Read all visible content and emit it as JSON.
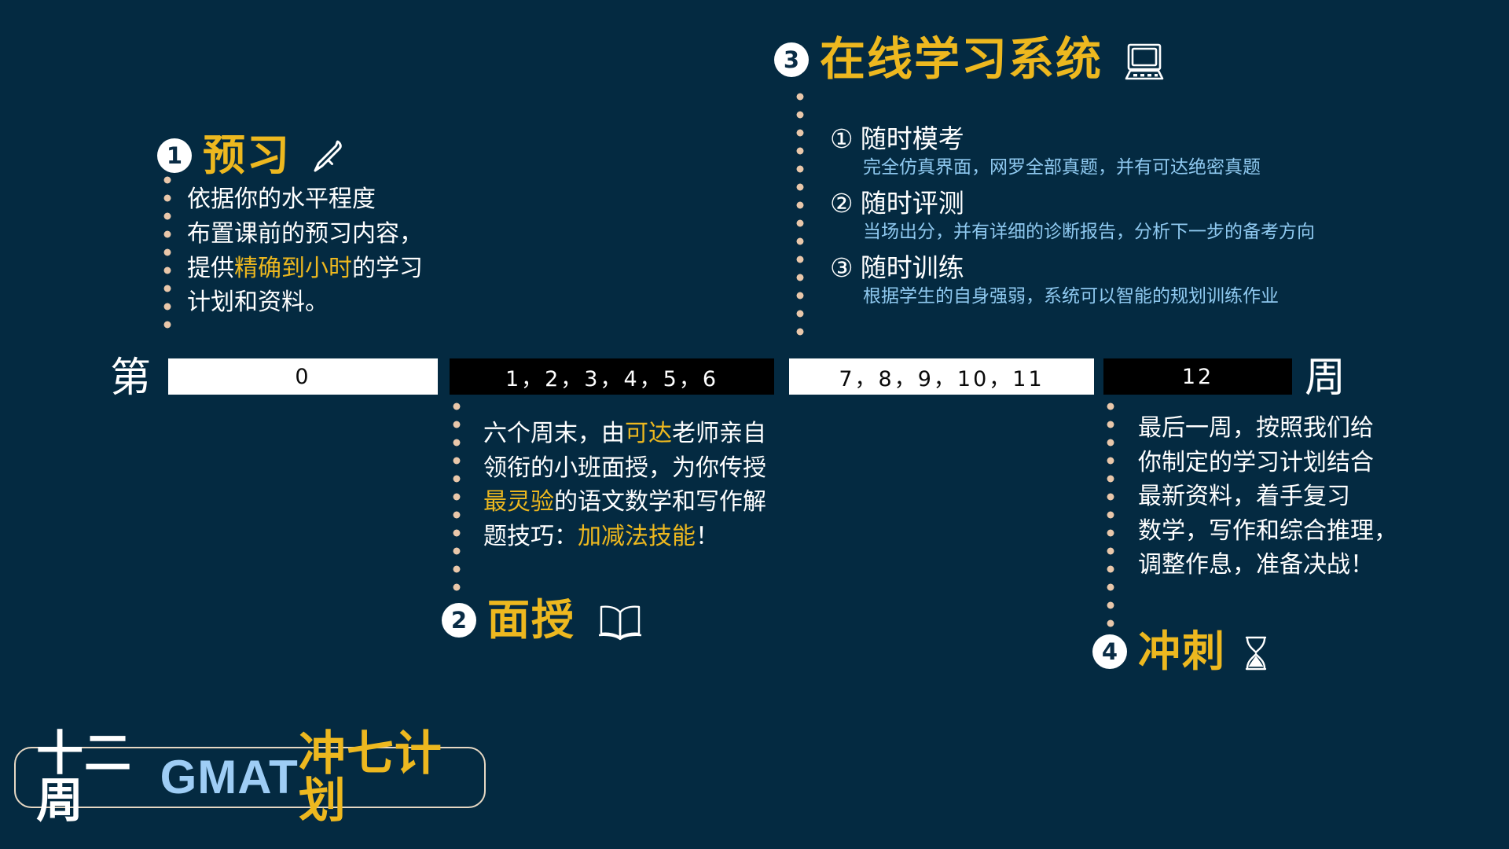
{
  "meta": {
    "background_color": "#042a41",
    "accent_yellow": "#edb81f",
    "accent_blue": "#8fc9f0",
    "dot_color": "#e9c7aa"
  },
  "timeline": {
    "prefix_label": "第",
    "suffix_label": "周",
    "cells": [
      {
        "value": "0",
        "style": "light"
      },
      {
        "value": "1，2，3，4，5，6",
        "style": "dark"
      },
      {
        "value": "7，8，9，10，11",
        "style": "light"
      },
      {
        "value": "12",
        "style": "dark"
      }
    ]
  },
  "sections": [
    {
      "number": "1",
      "title": "预习",
      "icon": "pen-icon",
      "lines": [
        {
          "parts": [
            {
              "text": "依据你的水平程度",
              "color": "white"
            }
          ]
        },
        {
          "parts": [
            {
              "text": "布置课前的预习内容，",
              "color": "white"
            }
          ]
        },
        {
          "parts": [
            {
              "text": "提供",
              "color": "white"
            },
            {
              "text": "精确到小时",
              "color": "yellow"
            },
            {
              "text": "的学习",
              "color": "white"
            }
          ]
        },
        {
          "parts": [
            {
              "text": "计划和资料。",
              "color": "white"
            }
          ]
        }
      ]
    },
    {
      "number": "2",
      "title": "面授",
      "icon": "open-book-icon",
      "lines": [
        {
          "parts": [
            {
              "text": "六个周末，由",
              "color": "white"
            },
            {
              "text": "可达",
              "color": "yellow"
            },
            {
              "text": "老师亲自",
              "color": "white"
            }
          ]
        },
        {
          "parts": [
            {
              "text": "领衔的小班面授，为你传授",
              "color": "white"
            }
          ]
        },
        {
          "parts": [
            {
              "text": "最灵验",
              "color": "yellow"
            },
            {
              "text": "的语文数学和写作解",
              "color": "white"
            }
          ]
        },
        {
          "parts": [
            {
              "text": "题技巧：",
              "color": "white"
            },
            {
              "text": "加减法技能",
              "color": "yellow"
            },
            {
              "text": "！",
              "color": "white"
            }
          ]
        }
      ]
    },
    {
      "number": "3",
      "title": "在线学习系统",
      "icon": "laptop-icon",
      "sub_items": [
        {
          "marker": "①",
          "name": "随时模考",
          "desc": "完全仿真界面，网罗全部真题，并有可达绝密真题"
        },
        {
          "marker": "②",
          "name": "随时评测",
          "desc": "当场出分，并有详细的诊断报告，分析下一步的备考方向"
        },
        {
          "marker": "③",
          "name": "随时训练",
          "desc": "根据学生的自身强弱，系统可以智能的规划训练作业"
        }
      ]
    },
    {
      "number": "4",
      "title": "冲刺",
      "icon": "hourglass-icon",
      "lines": [
        {
          "parts": [
            {
              "text": "最后一周，按照我们给",
              "color": "white"
            }
          ]
        },
        {
          "parts": [
            {
              "text": "你制定的学习计划结合",
              "color": "white"
            }
          ]
        },
        {
          "parts": [
            {
              "text": "最新资料，着手复习",
              "color": "white"
            }
          ]
        },
        {
          "parts": [
            {
              "text": "数学，写作和综合推理，",
              "color": "white"
            }
          ]
        },
        {
          "parts": [
            {
              "text": "调整作息，准备决战！",
              "color": "white"
            }
          ]
        }
      ]
    }
  ],
  "banner": {
    "part1": "十二周",
    "part2": "GMAT",
    "part3": "冲七计划"
  }
}
